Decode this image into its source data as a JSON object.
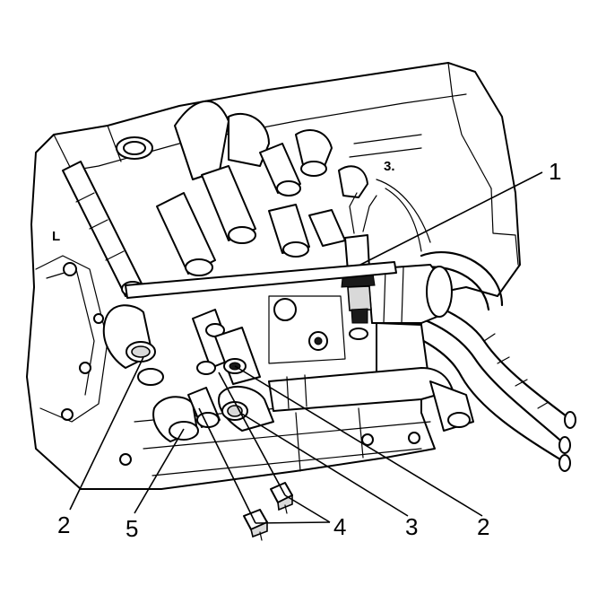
{
  "callouts": {
    "c1": "1",
    "c2a": "2",
    "c5": "5",
    "c4": "4",
    "c3": "3",
    "c2b": "2"
  },
  "engine": {
    "side_mark": "L",
    "block_cast": "3."
  }
}
